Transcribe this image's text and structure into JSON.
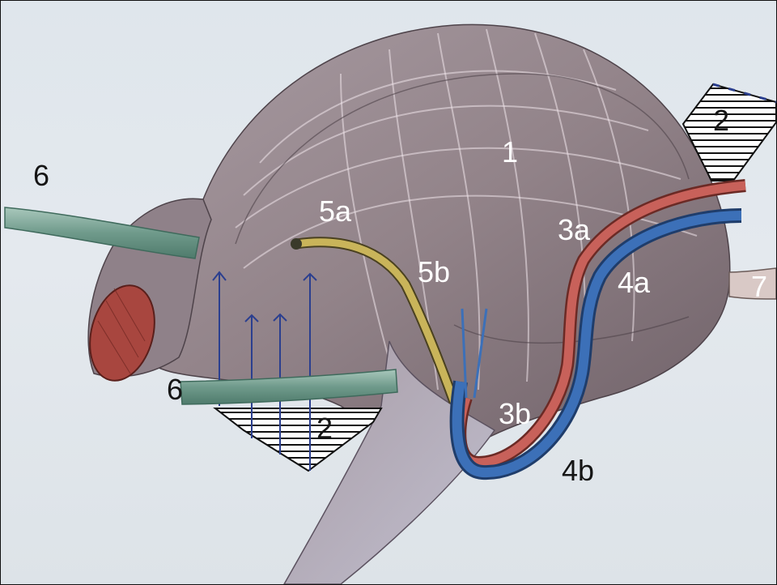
{
  "labels": {
    "l1": "1",
    "l2_upper": "2",
    "l2_lower": "2",
    "l3a": "3a",
    "l3b": "3b",
    "l4a": "4a",
    "l4b": "4b",
    "l5a": "5a",
    "l5b": "5b",
    "l6_upper": "6",
    "l6_lower": "6",
    "l7": "7"
  },
  "colors": {
    "background": "#e1e7ec",
    "organ": "#9a8c92",
    "organ_dark": "#6e6068",
    "muscle_cut": "#a8463f",
    "tube_green": "#7fa89a",
    "artery": "#c8615a",
    "vein": "#3c70b8",
    "nerve": "#c9b45a",
    "suture": "#2b3f8f"
  }
}
